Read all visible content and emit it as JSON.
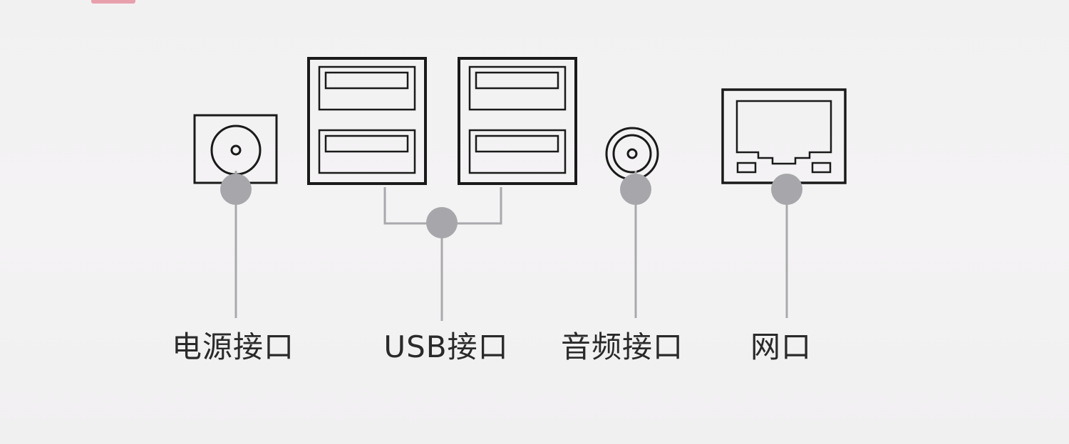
{
  "colors": {
    "background": "#f3f2f3",
    "outline": "#1a1a1a",
    "connector_line": "#a9a9ad",
    "connector_dot": "#a7a7ab",
    "label_text": "#2a2a2a",
    "accent": "#e8a0ac"
  },
  "ports": [
    {
      "id": "power",
      "icon": "dc-power-jack-icon",
      "label": "电源接口"
    },
    {
      "id": "usb",
      "icon": "usb-port-icon",
      "label": "USB接口"
    },
    {
      "id": "audio",
      "icon": "audio-jack-icon",
      "label": "音频接口"
    },
    {
      "id": "network",
      "icon": "ethernet-port-icon",
      "label": "网口"
    }
  ]
}
